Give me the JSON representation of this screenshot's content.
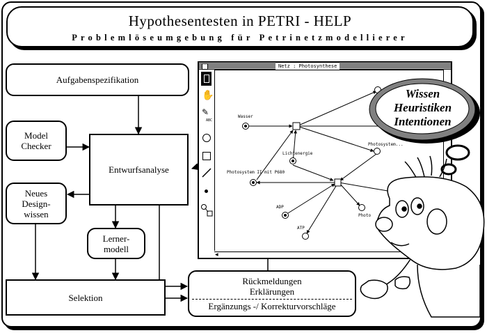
{
  "title": {
    "main": "Hypothesentesten in PETRI - HELP",
    "subtitle": "Problemlöseumgebung für Petrinetzmodellierer"
  },
  "boxes": {
    "aufgaben": "Aufgabenspezifikation",
    "checker": "Model Checker",
    "entwurf": "Entwurfsanalyse",
    "design": "Neues Design-wissen",
    "lerner": "Lerner-modell",
    "selektion": "Selektion",
    "rueck_1": "Rückmeldungen",
    "rueck_2": "Erklärungen",
    "ergaenzung": "Ergänzungs -/ Korrekturvorschläge"
  },
  "window": {
    "title": "Netz : Photosynthese"
  },
  "net_labels": {
    "wasser": "Wasser",
    "lichtenergie": "Lichtenergie",
    "photosystem": "Photosystem II mit P680",
    "adp": "ADP",
    "atp": "ATP",
    "photo_sys_top": "Photosystem...",
    "photo_short": "Photo"
  },
  "tool_labels": {
    "abc": "ABC"
  },
  "cloud": {
    "line1": "Wissen",
    "line2": "Heuristiken",
    "line3": "Intentionen"
  }
}
